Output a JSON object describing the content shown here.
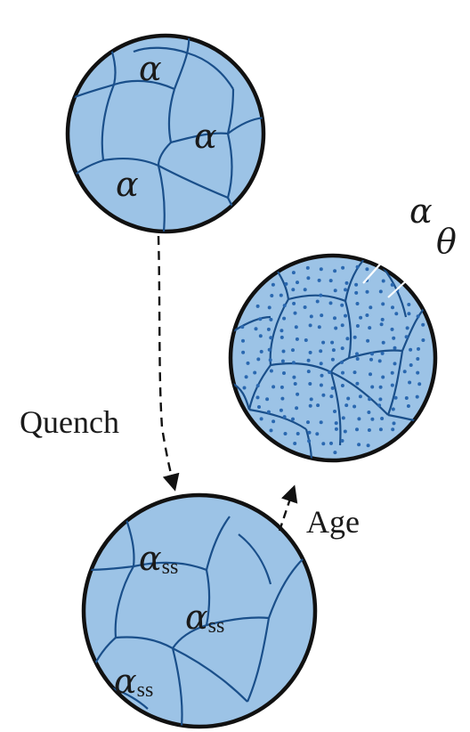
{
  "colors": {
    "grain_fill": "#9cc3e6",
    "boundary": "#1a4f8a",
    "outline": "#111111",
    "precipitate": "#2a68b0"
  },
  "top_circle": {
    "phase_symbol": "α",
    "labels": [
      "α",
      "α",
      "α"
    ]
  },
  "aged_circle": {
    "matrix_label": "α",
    "precipitate_label": "θ"
  },
  "bottom_circle": {
    "phase_symbol": "α",
    "subscript": "ss"
  },
  "process": {
    "quench_label": "Quench",
    "age_label": "Age"
  }
}
